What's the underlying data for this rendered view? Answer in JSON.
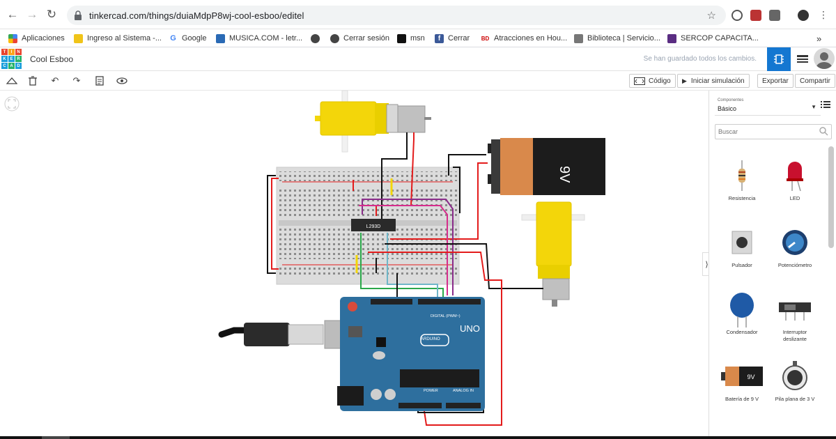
{
  "browser": {
    "url": "tinkercad.com/things/duiaMdpP8wj-cool-esboo/editel"
  },
  "bookmarks": [
    {
      "label": "Aplicaciones",
      "icon": "apps-grid-icon"
    },
    {
      "label": "Ingreso al Sistema -...",
      "icon": "ecuador-flag-icon"
    },
    {
      "label": "Google",
      "icon": "google-icon"
    },
    {
      "label": "MUSICA.COM - letr...",
      "icon": "musica-icon"
    },
    {
      "label": "",
      "icon": "globe-icon"
    },
    {
      "label": "Cerrar sesión",
      "icon": "globe-icon"
    },
    {
      "label": "msn",
      "icon": "msn-icon"
    },
    {
      "label": "Cerrar",
      "icon": "facebook-icon"
    },
    {
      "label": "Atracciones en Hou...",
      "icon": "bd-icon"
    },
    {
      "label": "Biblioteca | Servicio...",
      "icon": "biblioteca-icon"
    },
    {
      "label": "SERCOP CAPACITA...",
      "icon": "sercop-icon"
    }
  ],
  "app": {
    "logo_letters": [
      "T",
      "I",
      "N",
      "K",
      "E",
      "R",
      "C",
      "A",
      "D"
    ],
    "design_title": "Cool Esboo",
    "saved_message": "Se han guardado todos los cambios."
  },
  "toolbar": {
    "code_label": "Código",
    "simulate_label": "Iniciar simulación",
    "export_label": "Exportar",
    "share_label": "Compartir"
  },
  "panel": {
    "components_label": "Componentes",
    "components_value": "Básico",
    "search_placeholder": "Buscar",
    "components": [
      {
        "name": "Resistencia"
      },
      {
        "name": "LED"
      },
      {
        "name": "Pulsador"
      },
      {
        "name": "Potenciómetro"
      },
      {
        "name": "Condensador"
      },
      {
        "name": "Interruptor deslizante"
      },
      {
        "name": "Batería de 9 V"
      },
      {
        "name": "Pila plana de 3 V"
      }
    ]
  },
  "circuit": {
    "battery_label": "9V",
    "chip_label": "L293D",
    "arduino_brand": "UNO",
    "arduino_sub": "ARDUINO",
    "digital_label": "DIGITAL (PWM~)",
    "power_label": "POWER",
    "analog_label": "ANALOG IN",
    "battery_icon_label": "9V"
  },
  "colors": {
    "accent": "#1477d1",
    "arduino": "#2e6f9e",
    "motor_yellow": "#f3d60a",
    "wire_red": "#e31b1b",
    "wire_black": "#111111",
    "wire_purple": "#8a2c8a",
    "wire_magenta": "#d62d8c",
    "wire_green": "#2aa84a",
    "wire_cyan": "#6fb6c8"
  }
}
